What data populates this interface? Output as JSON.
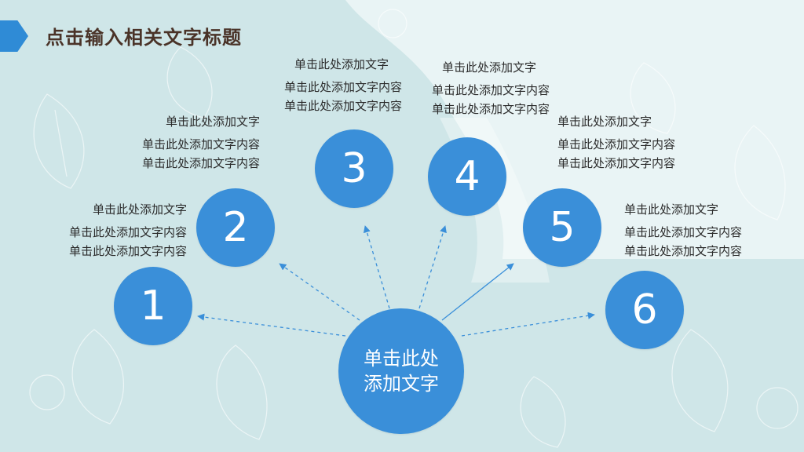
{
  "title": "点击输入相关文字标题",
  "center_text": [
    "单击此处",
    "添加文字"
  ],
  "nodes": [
    {
      "number": "1",
      "heading": "单击此处添加文字",
      "lines": [
        "单击此处添加文字内容",
        "单击此处添加文字内容"
      ]
    },
    {
      "number": "2",
      "heading": "单击此处添加文字",
      "lines": [
        "单击此处添加文字内容",
        "单击此处添加文字内容"
      ]
    },
    {
      "number": "3",
      "heading": "单击此处添加文字",
      "lines": [
        "单击此处添加文字内容",
        "单击此处添加文字内容"
      ]
    },
    {
      "number": "4",
      "heading": "单击此处添加文字",
      "lines": [
        "单击此处添加文字内容",
        "单击此处添加文字内容"
      ]
    },
    {
      "number": "5",
      "heading": "单击此处添加文字",
      "lines": [
        "单击此处添加文字内容",
        "单击此处添加文字内容"
      ]
    },
    {
      "number": "6",
      "heading": "单击此处添加文字",
      "lines": [
        "单击此处添加文字内容",
        "单击此处添加文字内容"
      ]
    }
  ],
  "colors": {
    "accent": "#3a8fd9",
    "background": "#cfe6e8",
    "title": "#4a3328"
  }
}
